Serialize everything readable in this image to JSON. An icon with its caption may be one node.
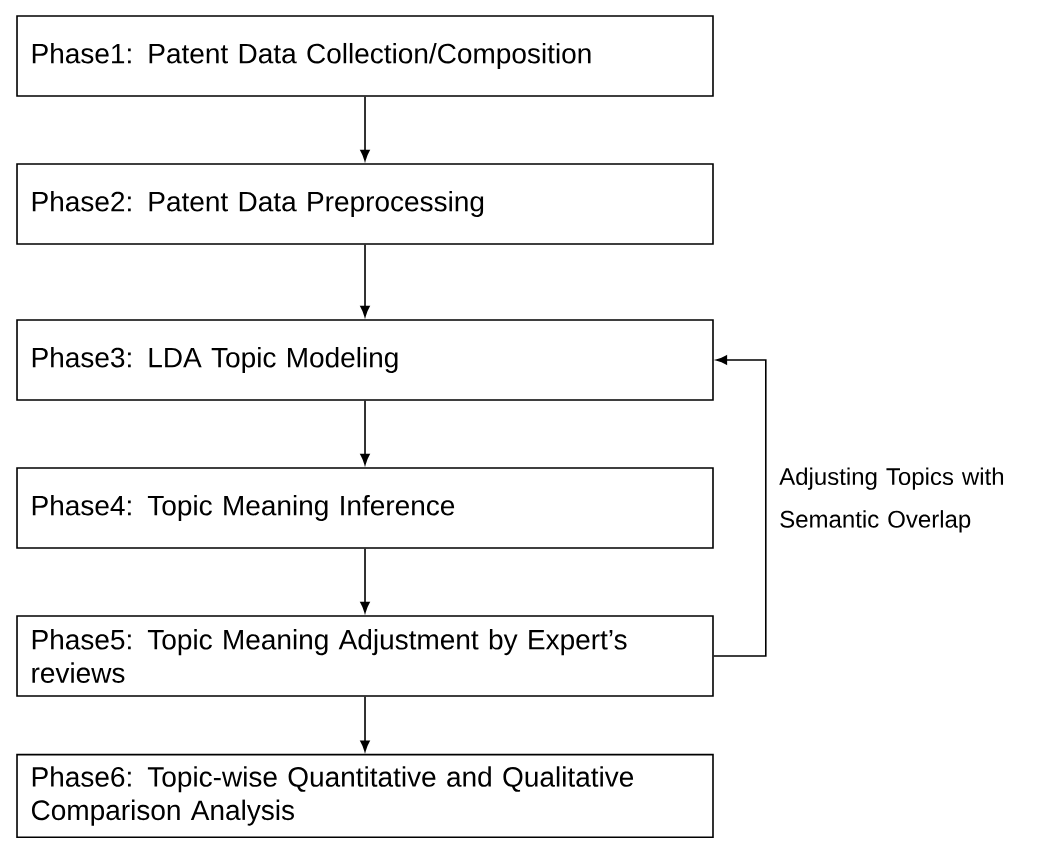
{
  "diagram": {
    "nodes": [
      {
        "text": [
          "Phase1: Patent Data Collection/Composition"
        ]
      },
      {
        "text": [
          "Phase2: Patent Data Preprocessing"
        ]
      },
      {
        "text": [
          "Phase3: LDA Topic Modeling"
        ]
      },
      {
        "text": [
          "Phase4: Topic Meaning Inference"
        ]
      },
      {
        "text": [
          "Phase5: Topic Meaning Adjustment by Expert’s reviews"
        ]
      },
      {
        "text": [
          "Phase6: Topic-wise Quantitative and Qualitative Comparison Analysis"
        ]
      }
    ],
    "edges": [
      {
        "from": 0,
        "to": 1,
        "arrow": "to"
      },
      {
        "from": 1,
        "to": 2,
        "arrow": "to"
      },
      {
        "from": 2,
        "to": 3,
        "arrow": "to"
      },
      {
        "from": 3,
        "to": 4,
        "arrow": "to"
      },
      {
        "from": 4,
        "to": 5,
        "arrow": "to"
      },
      {
        "from": 4,
        "to": 2,
        "arrow": "to",
        "label": "Adjusting Topics with Semantic Overlap"
      }
    ]
  }
}
